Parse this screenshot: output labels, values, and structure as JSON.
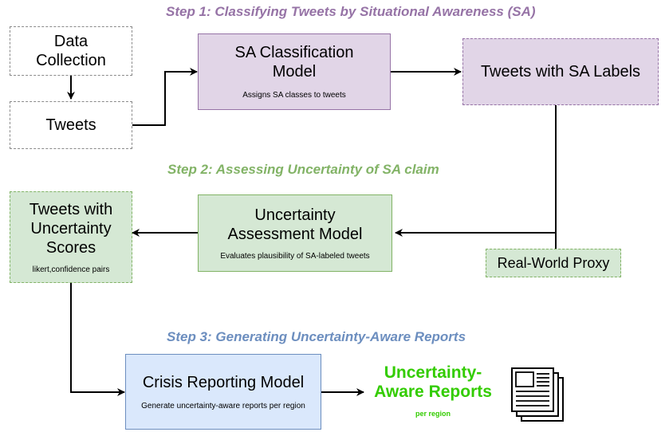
{
  "steps": {
    "step1": "Step 1: Classifying Tweets by Situational Awareness (SA)",
    "step2": "Step 2: Assessing Uncertainty of SA claim",
    "step3": "Step 3: Generating Uncertainty-Aware Reports"
  },
  "nodes": {
    "data_collection": "Data Collection",
    "tweets": "Tweets",
    "sa_model": {
      "title": "SA Classification Model",
      "subtitle": "Assigns SA classes to tweets"
    },
    "tweets_sa": "Tweets with SA Labels",
    "uncertainty_model": {
      "title": "Uncertainty Assessment Model",
      "subtitle": "Evaluates plausibility of SA-labeled tweets"
    },
    "real_world_proxy": "Real-World Proxy",
    "tweets_uncertainty": {
      "title": "Tweets with Uncertainty Scores",
      "subtitle": "likert,confidence pairs"
    },
    "crisis_model": {
      "title": "Crisis Reporting Model",
      "subtitle": "Generate uncertainty-aware reports per region"
    },
    "reports": {
      "title": "Uncertainty-Aware Reports",
      "subtitle": "per region"
    }
  },
  "colors": {
    "step1": "#9673a6",
    "step2": "#82b366",
    "step3": "#6c8ebf",
    "reports": "#33cc00"
  },
  "icons": {
    "reports": "documents-icon"
  }
}
